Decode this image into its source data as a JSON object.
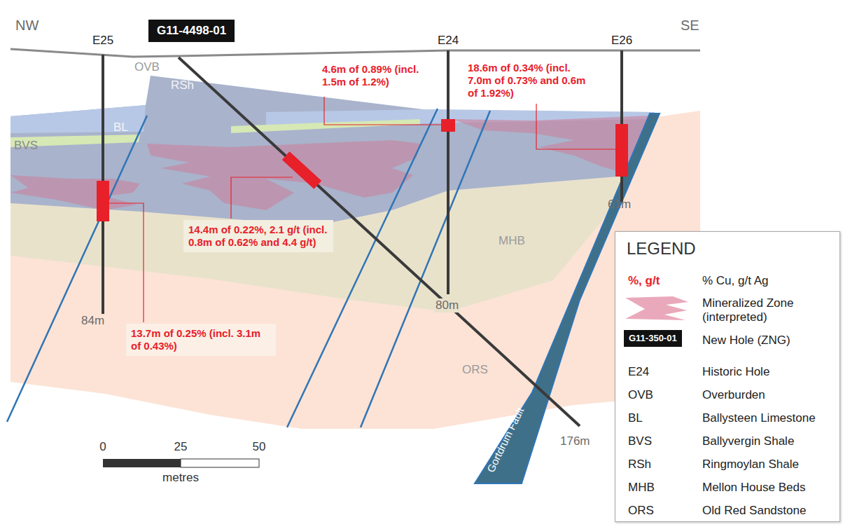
{
  "diagram": {
    "nodes": [
      {
        "text": [
          "G11-4498-01"
        ]
      },
      {
        "text": [
          "14.4m of 0.22%, 2.1 g/t (incl. 0.8m of 0.62% and 4.4 g/t)"
        ]
      },
      {
        "text": [
          "13.7m of 0.25% (incl. 3.1m of 0.43%)"
        ]
      },
      {
        "text": [
          "LEGEND"
        ]
      },
      {
        "text": [
          "G11-350-01"
        ],
        "in": 3
      }
    ],
    "labels": [
      "NW",
      "SE",
      "E25",
      "E24",
      "E26",
      "OVB",
      "BL",
      "BVS",
      "RSh",
      "MHB",
      "ORS",
      "4.6m of 0.89% (incl. 1.5m of 1.2%)",
      "18.6m of 0.34% (incl. 7.0m of 0.73% and 0.6m of 1.92%)",
      "84m",
      "80m",
      "61m",
      "176m",
      "Gortdrum Fault",
      "0",
      "25",
      "50",
      "metres",
      "%, g/t",
      "E24",
      "OVB",
      "BL",
      "BVS",
      "RSh",
      "MHB",
      "ORS"
    ],
    "legend": [
      {
        "text": "% Cu, g/t Ag"
      },
      {
        "text": "Mineralized Zone (interpreted)",
        "color": "#eaa9bb"
      },
      {
        "text": "New Hole (ZNG)"
      },
      {
        "text": "Historic Hole"
      },
      {
        "text": "Overburden"
      },
      {
        "text": "Ballysteen Limestone"
      },
      {
        "text": "Ballyvergin Shale"
      },
      {
        "text": "Ringmoylan Shale"
      },
      {
        "text": "Mellon House Beds"
      },
      {
        "text": "Old Red Sandstone"
      }
    ]
  }
}
